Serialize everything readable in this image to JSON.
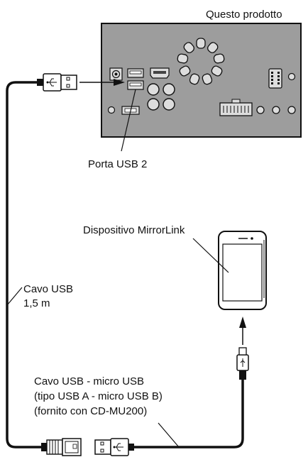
{
  "labels": {
    "product": "Questo prodotto",
    "usb_port": "Porta USB 2",
    "device": "Dispositivo MirrorLink",
    "cable_usb_line1": "Cavo USB",
    "cable_usb_line2": "1,5 m",
    "cable_micro_line1": "Cavo USB - micro USB",
    "cable_micro_line2": "(tipo USB A - micro USB B)",
    "cable_micro_line3": "(fornito con CD-MU200)"
  },
  "colors": {
    "panel": "#9d9d9d",
    "line": "#111111",
    "white": "#ffffff"
  }
}
